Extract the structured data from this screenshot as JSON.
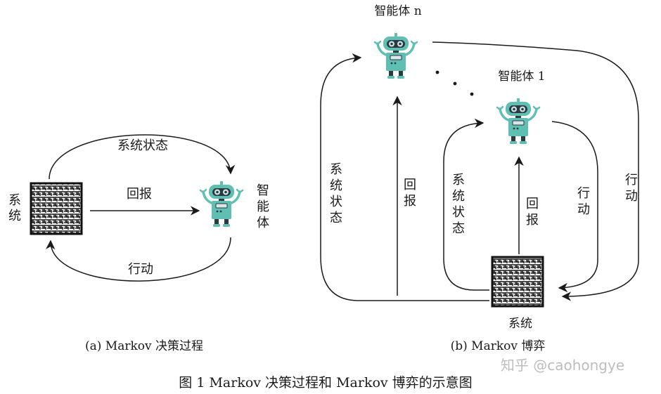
{
  "figure": {
    "caption": "图 1    Markov 决策过程和 Markov 博弈的示意图",
    "watermark": "知乎 @caohongye"
  },
  "panel_a": {
    "subcaption": "(a) Markov 决策过程",
    "system_label": [
      "系",
      "统"
    ],
    "agent_label": [
      "智",
      "能",
      "体"
    ],
    "state_label": "系统状态",
    "reward_label": "回报",
    "action_label": "行动"
  },
  "panel_b": {
    "subcaption": "(b) Markov 博弈",
    "agent_n_label": "智能体 n",
    "agent_1_label": "智能体 1",
    "system_label": "系统",
    "state_outer": [
      "系",
      "统",
      "状",
      "态"
    ],
    "reward_outer": [
      "回",
      "报"
    ],
    "state_inner": [
      "系",
      "统",
      "状",
      "态"
    ],
    "reward_inner": [
      "回",
      "报"
    ],
    "action_inner": [
      "行",
      "动"
    ],
    "action_outer": [
      "行",
      "动"
    ]
  },
  "colors": {
    "robot_body": "#5fbfb2",
    "robot_dark": "#2b3a42",
    "robot_screen": "#d9e7e8",
    "line": "#1a1a1a"
  }
}
